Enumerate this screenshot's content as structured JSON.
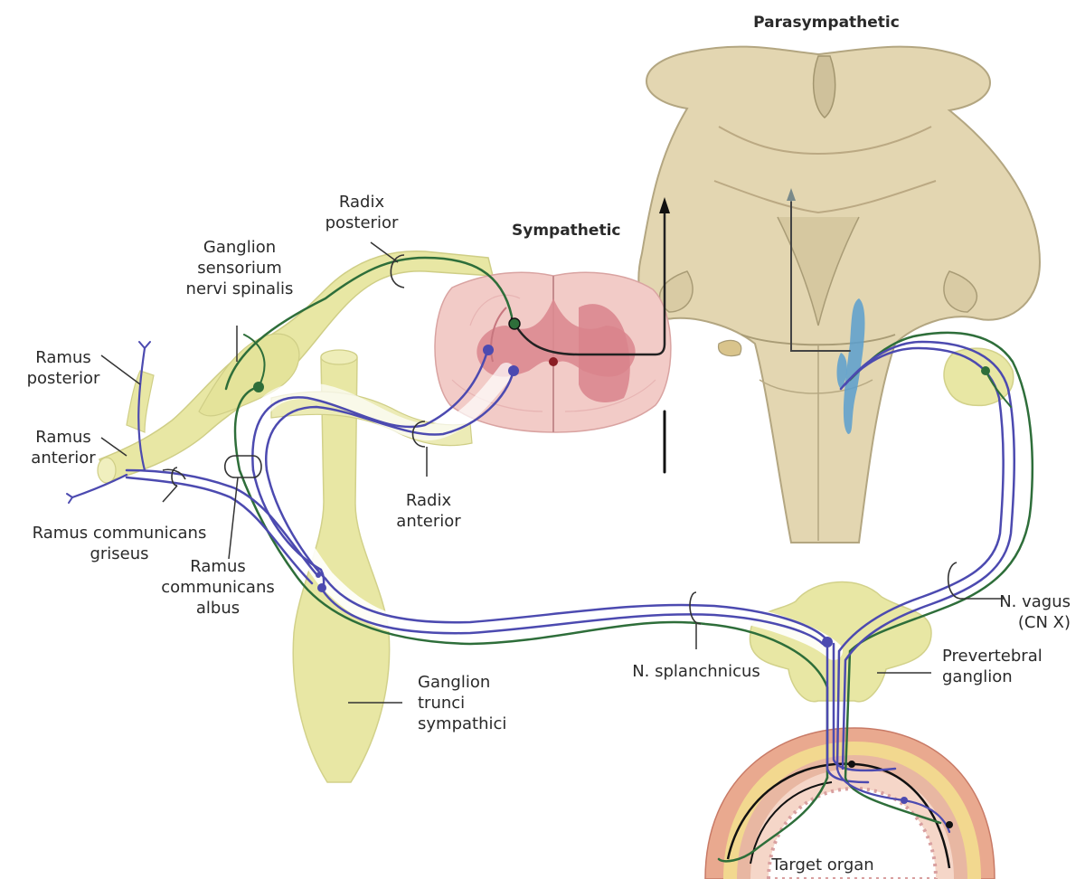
{
  "headings": {
    "parasympathetic": "Parasympathetic",
    "sympathetic": "Sympathetic"
  },
  "labels": {
    "radix_posterior": "Radix\nposterior",
    "ganglion_sensorium": "Ganglion\nsensorium\nnervi spinalis",
    "ramus_posterior": "Ramus\nposterior",
    "ramus_anterior": "Ramus\nanterior",
    "ramus_communicans_griseus": "Ramus communicans\ngriseus",
    "ramus_communicans_albus": "Ramus\ncommunicans\nalbus",
    "radix_anterior": "Radix\nanterior",
    "ganglion_trunci": "Ganglion\ntrunci\nsympathici",
    "n_splanchnicus": "N. splanchnicus",
    "n_vagus": "N. vagus\n(CN X)",
    "prevertebral_ganglion": "Prevertebral\nganglion",
    "target_organ": "Target organ"
  },
  "colors": {
    "ganglion_fill": "#e8e7a4",
    "nerve_sheath": "#ecebb6",
    "spinal_cord_outer": "#f1c9c6",
    "spinal_cord_grey": "#d9848c",
    "brainstem": "#e0d3ae",
    "preganglionic_fiber": "#2e6e3a",
    "postganglionic_fiber": "#4c4ab0",
    "central_pathway": "#222222",
    "nucleus_highlight": "#5a9fcf"
  }
}
